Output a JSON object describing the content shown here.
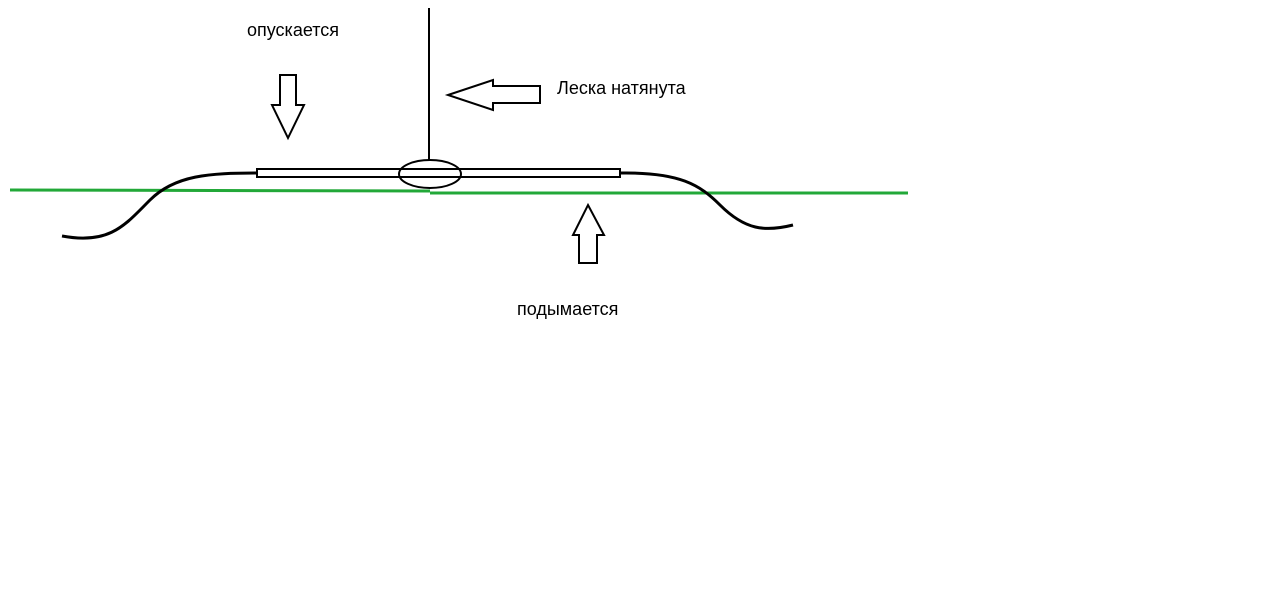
{
  "labels": {
    "lowers": "опускается",
    "line_taut": "Леска натянута",
    "rises": "подымается"
  },
  "colors": {
    "water_line": "#22a838",
    "ink": "#000000",
    "background": "#ffffff"
  }
}
